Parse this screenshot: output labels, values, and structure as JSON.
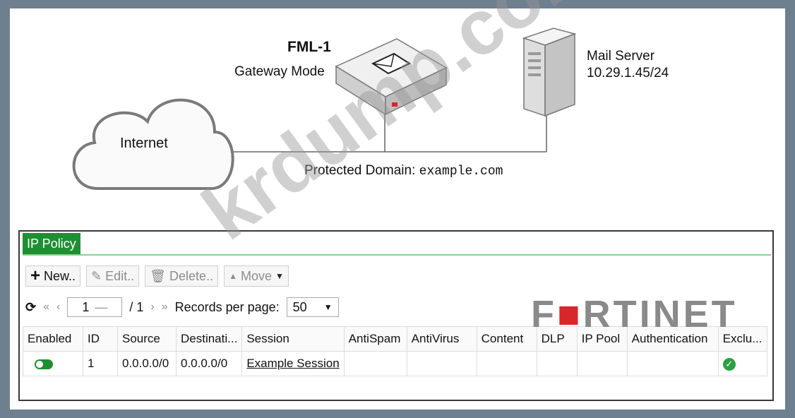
{
  "diagram": {
    "fml_name": "FML-1",
    "fml_mode": "Gateway Mode",
    "mail_server_name": "Mail Server",
    "mail_server_ip": "10.29.1.45/24",
    "internet_label": "Internet",
    "domain_label": "Protected Domain: ",
    "domain_value": "example.com"
  },
  "panel": {
    "tab_label": "IP Policy",
    "toolbar": {
      "new_label": "New..",
      "edit_label": "Edit..",
      "delete_label": "Delete..",
      "move_label": "Move"
    },
    "pager": {
      "current_page": "1",
      "total_pages": "/ 1",
      "records_label": "Records per page:",
      "records_value": "50"
    },
    "columns": [
      "Enabled",
      "ID",
      "Source",
      "Destinati...",
      "Session",
      "AntiSpam",
      "AntiVirus",
      "Content",
      "DLP",
      "IP Pool",
      "Authentication",
      "Exclu..."
    ],
    "rows": [
      {
        "id": "1",
        "source": "0.0.0.0/0",
        "destination": "0.0.0.0/0",
        "session": "Example Session"
      }
    ]
  },
  "logo": {
    "text_left": "F",
    "text_right": "RTINET"
  },
  "watermark": "krdump.com",
  "colors": {
    "accent": "#1f8f32",
    "logo_red": "#d9262b"
  }
}
